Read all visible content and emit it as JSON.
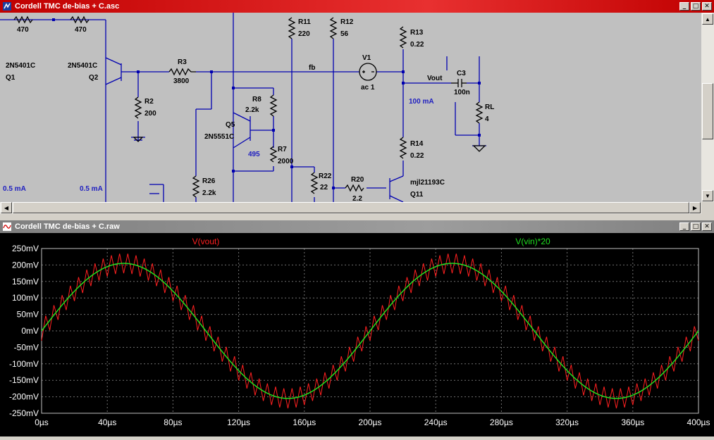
{
  "schematic_window": {
    "title": "Cordell TMC de-bias + C.asc",
    "buttons": {
      "minimize": "_",
      "maximize": "□",
      "close": "✕"
    }
  },
  "schematic": {
    "labels": {
      "r_top_left_1": "470",
      "r_top_left_2": "470",
      "q1_model": "2N5401C",
      "q1_name": "Q1",
      "q2_model": "2N5401C",
      "q2_name": "Q2",
      "r3_name": "R3",
      "r3_value": "3800",
      "r2_name": "R2",
      "r2_value": "200",
      "r11_name": "R11",
      "r11_value": "220",
      "r12_name": "R12",
      "r12_value": "56",
      "fb_label": "fb",
      "v1_name": "V1",
      "v1_value": "ac 1",
      "r13_name": "R13",
      "r13_value": "0.22",
      "vout_label": "Vout",
      "c3_name": "C3",
      "c3_value": "100n",
      "rl_name": "RL",
      "rl_value": "4",
      "current_100ma": "100 mA",
      "r8_name": "R8",
      "r8_value": "2.2k",
      "q5_name": "Q5",
      "q5_model": "2N5551C",
      "r7_name": "R7",
      "r7_value": "2000",
      "r7_blue": "495",
      "r14_name": "R14",
      "r14_value": "0.22",
      "r22_name": "R22",
      "r22_value": "22",
      "r20_name": "R20",
      "r20_value": "2.2",
      "q11_model": "mjl21193C",
      "q11_name": "Q11",
      "r26_name": "R26",
      "r26_value": "2.2k",
      "current_05ma_1": "0.5 mA",
      "current_05ma_2": "0.5 mA"
    },
    "colors": {
      "wire": "#0000b0",
      "part": "#000000",
      "background": "#c0c0c0",
      "annotation": "#2020c0"
    }
  },
  "plot_window": {
    "title": "Cordell TMC de-bias + C.raw",
    "buttons": {
      "minimize": "_",
      "maximize": "□",
      "close": "✕"
    }
  },
  "chart_data": {
    "type": "line",
    "xlabel": "",
    "ylabel": "",
    "x_ticks": [
      "0µs",
      "40µs",
      "80µs",
      "120µs",
      "160µs",
      "200µs",
      "240µs",
      "280µs",
      "320µs",
      "360µs",
      "400µs"
    ],
    "y_ticks": [
      "250mV",
      "200mV",
      "150mV",
      "100mV",
      "50mV",
      "0mV",
      "-50mV",
      "-100mV",
      "-150mV",
      "-200mV",
      "-250mV"
    ],
    "xlim": [
      0,
      400
    ],
    "ylim": [
      -250,
      250
    ],
    "x_unit": "µs",
    "y_unit": "mV",
    "grid": true,
    "series": [
      {
        "name": "V(vout)",
        "color": "#ff2020",
        "description_note": "",
        "base_amplitude": 205,
        "base_period": 200,
        "ripple_amplitude": 30,
        "ripple_period": 5
      },
      {
        "name": "V(vin)*20",
        "color": "#20e020",
        "base_amplitude": 205,
        "base_period": 200
      }
    ],
    "background": "#000000",
    "axis_text_color": "#ffffff"
  }
}
